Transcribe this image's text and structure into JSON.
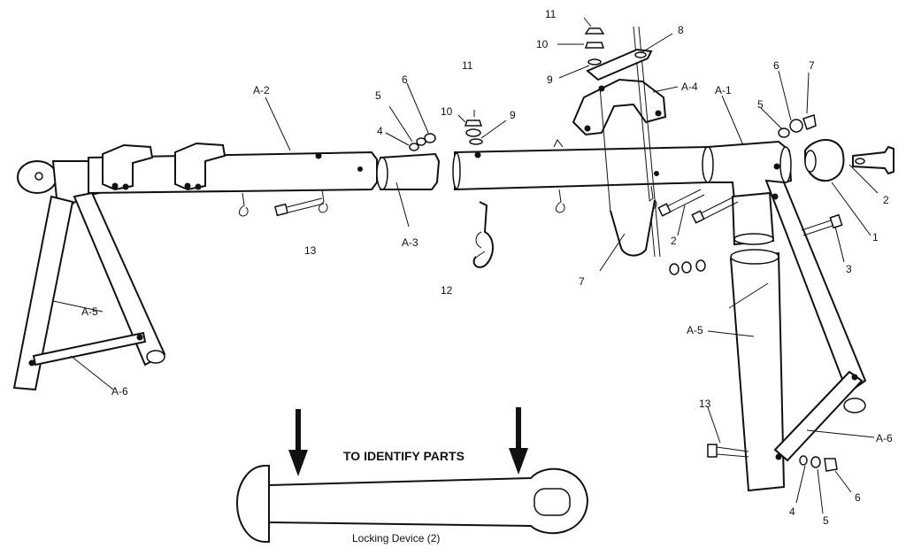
{
  "diagram": {
    "callouts": {
      "a2": "A-2",
      "a3": "A-3",
      "a1": "A-1",
      "a4": "A-4",
      "a5_left": "A-5",
      "a6_left": "A-6",
      "a5_right": "A-5",
      "a6_right": "A-6",
      "n11_top": "11",
      "n10_top": "10",
      "n9_top": "9",
      "n8": "8",
      "n11_mid": "11",
      "n10_mid": "10",
      "n9_mid": "9",
      "n5_left": "5",
      "n6_left": "6",
      "n4_left": "4",
      "n13_left": "13",
      "n12": "12",
      "n7_bottom": "7",
      "n2_mid": "2",
      "n6_right": "6",
      "n7_right": "7",
      "n5_right": "5",
      "n2_right": "2",
      "n1": "1",
      "n3": "3",
      "n13_right": "13",
      "n4_right": "4",
      "n5_bottom": "5",
      "n6_bottom": "6"
    },
    "inset": {
      "title": "TO IDENTIFY PARTS",
      "caption": "Locking Device (2)"
    }
  }
}
